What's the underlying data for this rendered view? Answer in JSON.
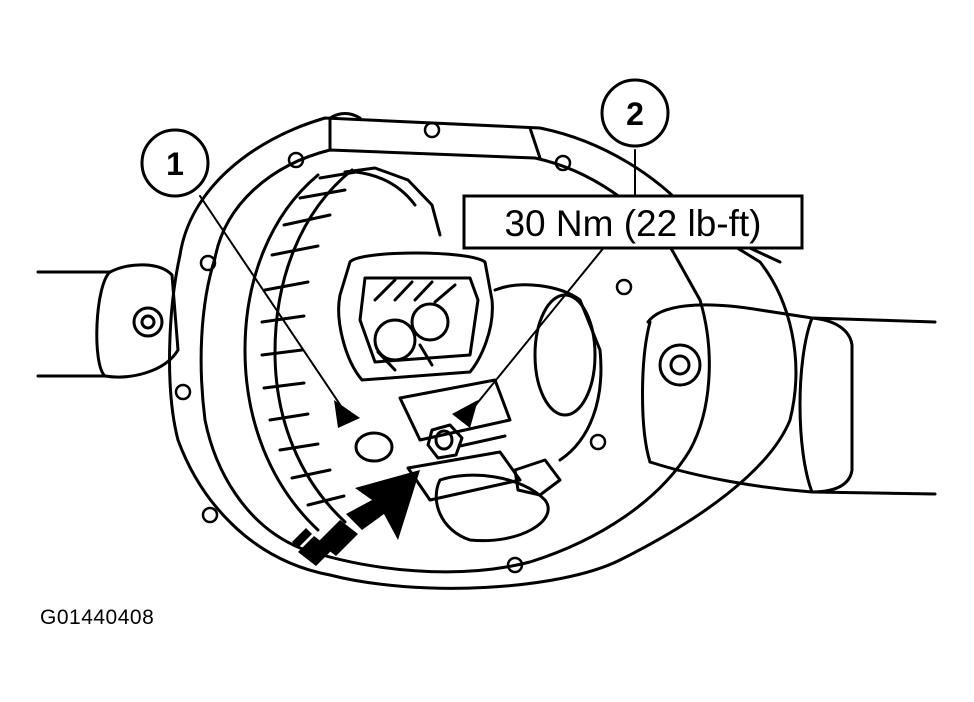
{
  "callouts": [
    {
      "number": "1"
    },
    {
      "number": "2"
    }
  ],
  "torque_spec": "30 Nm (22 lb-ft)",
  "figure_id": "G01440408"
}
